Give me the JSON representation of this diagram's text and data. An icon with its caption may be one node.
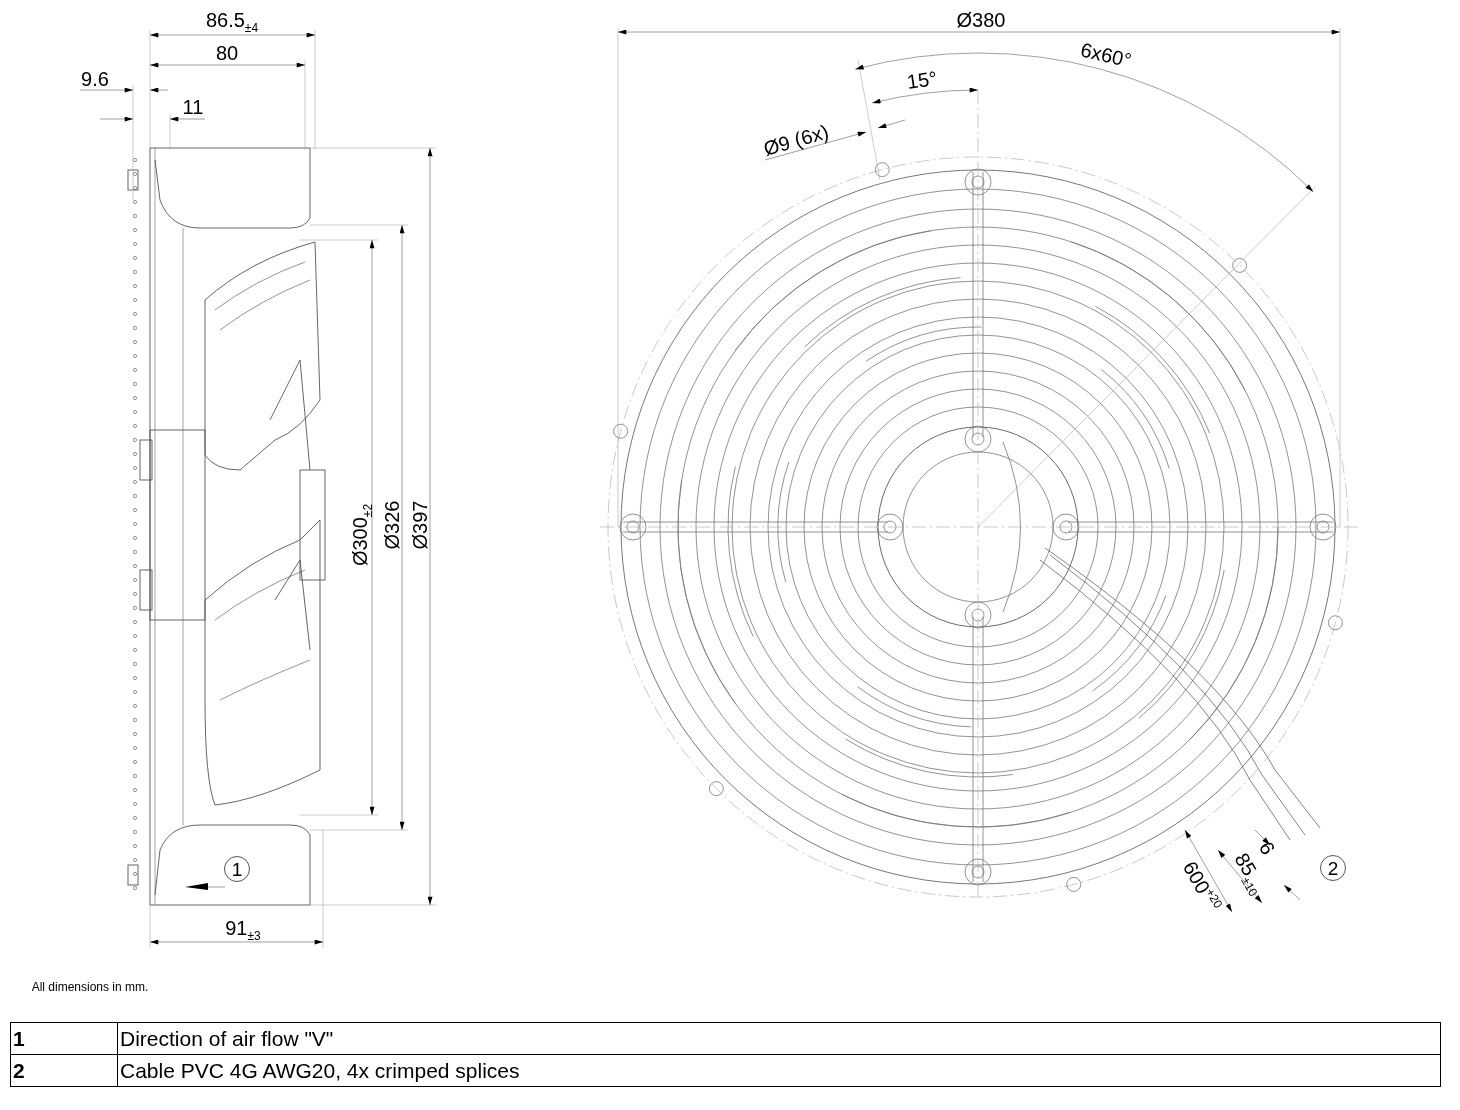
{
  "diagram": {
    "labels": [
      "86.5$_{±4}$",
      "80",
      "9.6",
      "11",
      "Ø300$_{±2}$",
      "Ø326",
      "Ø397",
      "1",
      "91$_{±3}$",
      "Ø380",
      "6x60°",
      "15°",
      "Ø9 (6x)",
      "600$^{+20}$",
      "85$_{±10}$",
      "6",
      "2",
      "All dimensions in mm.",
      "1",
      "Direction of air flow \"V\"",
      "2",
      "Cable PVC 4G AWG20, 4x crimped splices"
    ]
  }
}
